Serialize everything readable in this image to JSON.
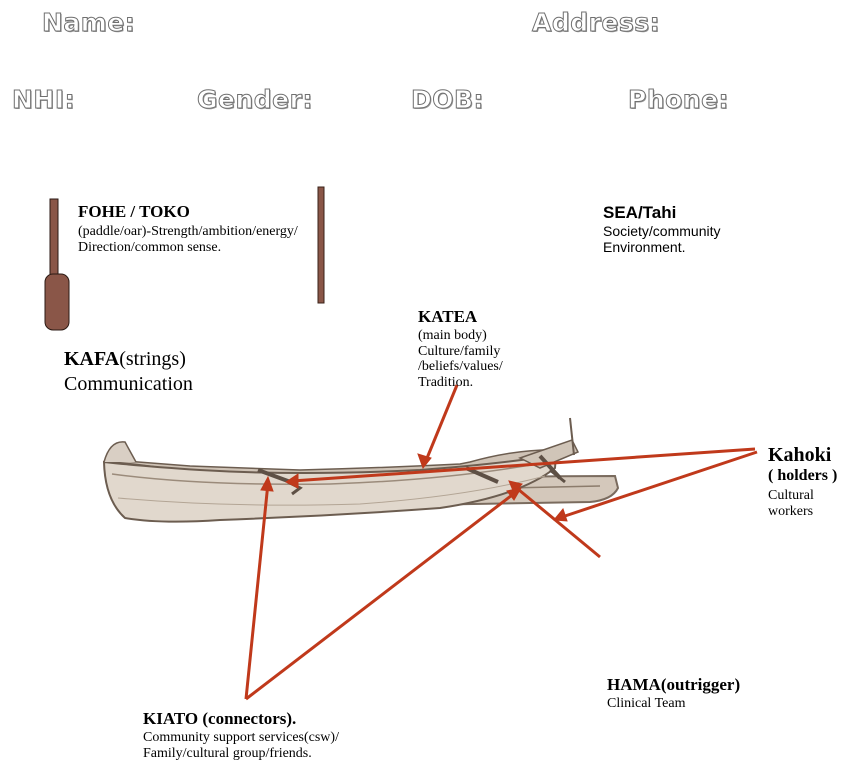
{
  "form": {
    "name": "Name:",
    "address": "Address:",
    "nhi": "NHI:",
    "gender": "Gender:",
    "dob": "DOB:",
    "phone": "Phone:"
  },
  "labels": {
    "fohe_title": "FOHE / TOKO",
    "fohe_line1": "(paddle/oar)-Strength/ambition/energy/",
    "fohe_line2": "Direction/common sense.",
    "sea_title": "SEA/Tahi",
    "sea_line1": "Society/community",
    "sea_line2": "Environment.",
    "katea_title": "KATEA",
    "katea_line1": "(main body)",
    "katea_line2": "Culture/family",
    "katea_line3": "/beliefs/values/",
    "katea_line4": "Tradition.",
    "kafa_title": "KAFA",
    "kafa_suffix": "(strings)",
    "kafa_line1": "Communication",
    "kahoki_title": "Kahoki",
    "kahoki_sub": "( holders )",
    "kahoki_line1": "Cultural",
    "kahoki_line2": "workers",
    "hama_title": "HAMA(outrigger)",
    "hama_line1": "Clinical Team",
    "kiato_title": "KIATO (connectors).",
    "kiato_line1": "Community support services(csw)/",
    "kiato_line2": "Family/cultural group/friends."
  },
  "colors": {
    "arrow": "#c0391b",
    "paddle": "#8a5648",
    "canoe": "#d9cfc4"
  }
}
